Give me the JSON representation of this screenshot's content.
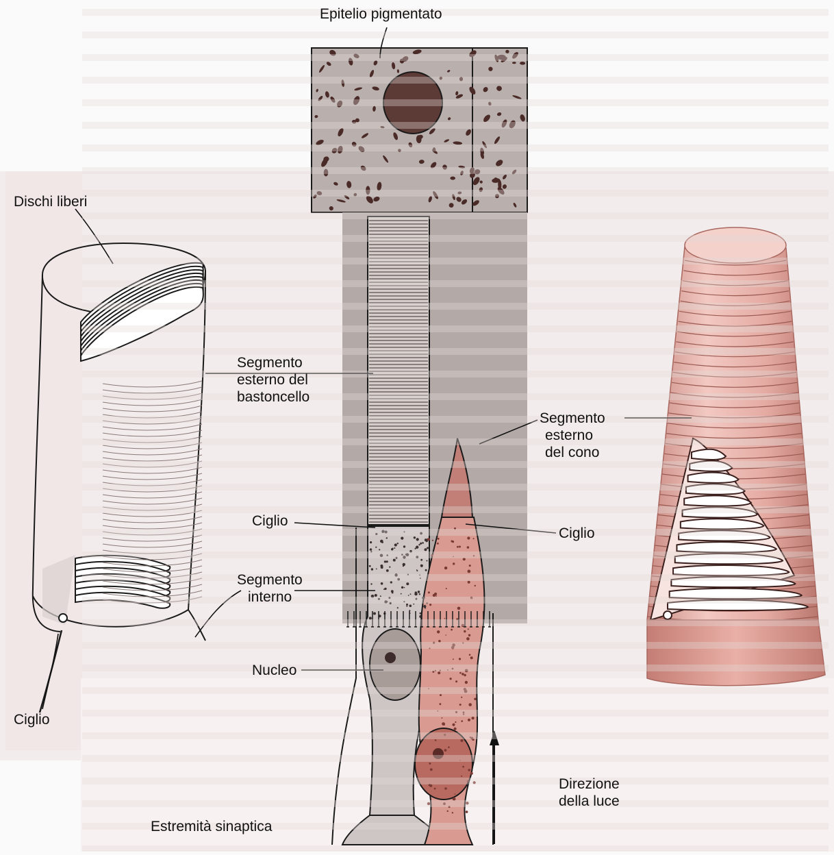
{
  "figure": {
    "labels": {
      "pigment_epithelium": "Epitelio pigmentato",
      "free_discs": "Dischi liberi",
      "rod_outer_segment": [
        "Segmento",
        "esterno del",
        "bastoncello"
      ],
      "cone_outer_segment": [
        "Segmento",
        "esterno",
        "del cono"
      ],
      "cilium_left": "Ciglio",
      "cilium_center": "Ciglio",
      "cilium_right": "Ciglio",
      "inner_segment": [
        "Segmento",
        "interno"
      ],
      "nucleus": "Nucleo",
      "light_direction": [
        "Direzione",
        "della luce"
      ],
      "synaptic_terminal": "Estremità sinaptica"
    },
    "colors": {
      "background": "#fbfafa",
      "pigment_layer": "#b9b0ad",
      "cone_cell": "#d99a91",
      "cone_cell_dark": "#b96a60",
      "cone_3d": "#e8b4ac",
      "rod_cell": "#c3bcba",
      "line": "#1a1a1a"
    }
  }
}
